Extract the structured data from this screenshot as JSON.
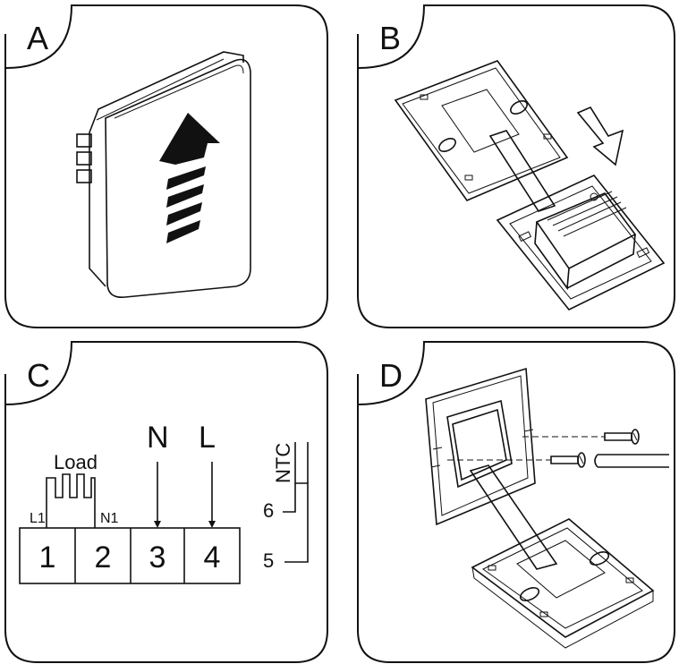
{
  "panels": [
    {
      "letter": "A"
    },
    {
      "letter": "B"
    },
    {
      "letter": "C"
    },
    {
      "letter": "D"
    }
  ],
  "wiring": {
    "load_label": "Load",
    "l1_label": "L1",
    "n1_label": "N1",
    "n_label": "N",
    "l_label": "L",
    "ntc_label": "NTC",
    "terminals": [
      "1",
      "2",
      "3",
      "4"
    ],
    "sensor_terminal_upper": "6",
    "sensor_terminal_lower": "5"
  }
}
